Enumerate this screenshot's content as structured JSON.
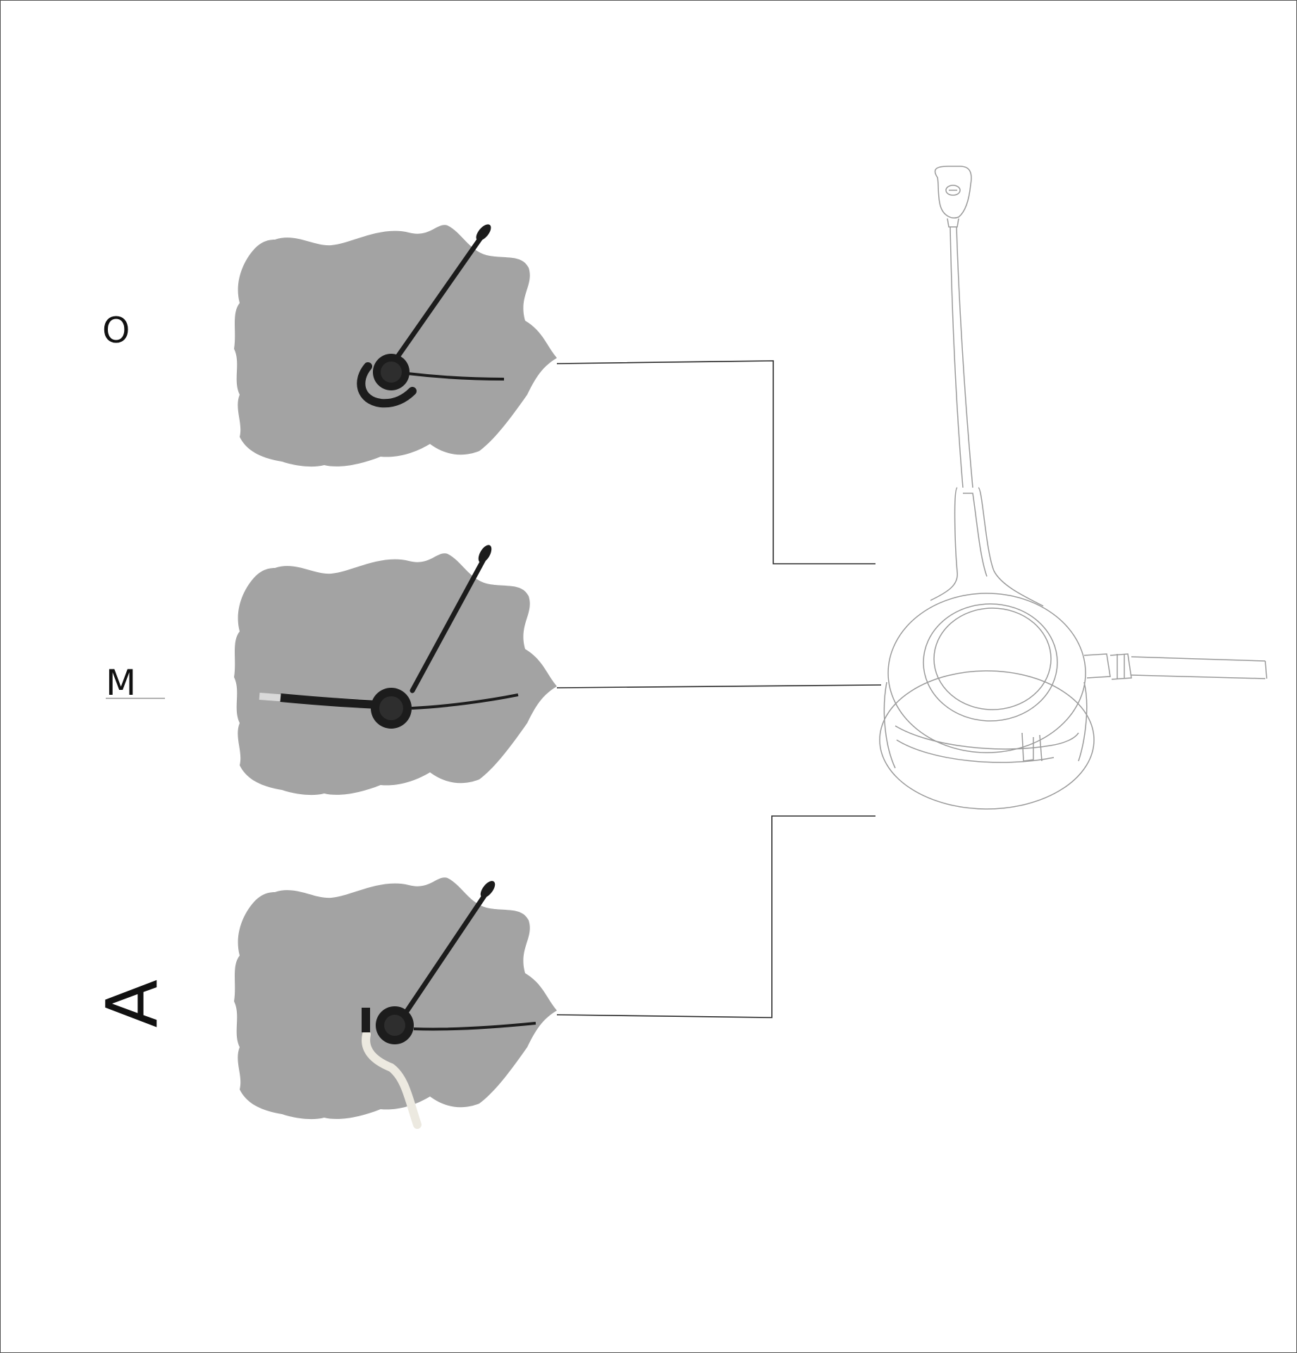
{
  "variants": [
    {
      "label": "O",
      "style": "over-the-ear"
    },
    {
      "label": "M",
      "style": "headband"
    },
    {
      "label": "A",
      "style": "behind-the-ear"
    }
  ],
  "colors": {
    "head_silhouette": "#a3a3a3",
    "headset_part": "#1c1c1c",
    "connector_line": "#2a2a2a",
    "outline_drawing": "#9a9a9a",
    "frame_border": "#555555"
  },
  "icons": {
    "headset_outline": "headset-outline-icon",
    "head": "head-silhouette-icon"
  }
}
